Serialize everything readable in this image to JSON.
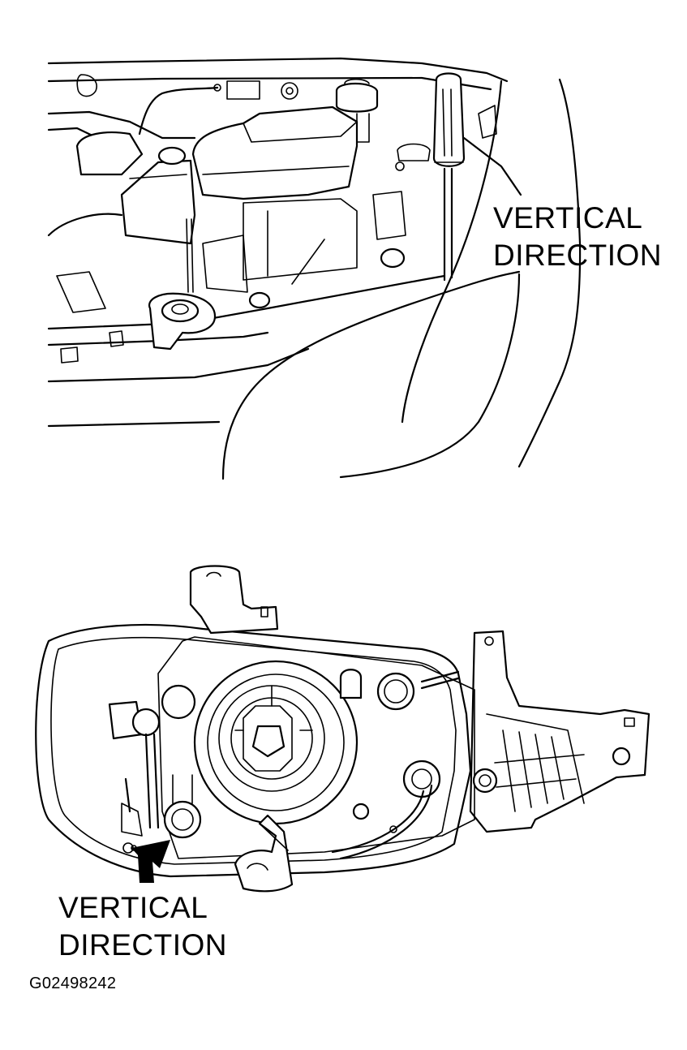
{
  "figure": {
    "top_view": {
      "callout": [
        "VERTICAL",
        "DIRECTION"
      ],
      "tool_icon": "screwdriver-icon"
    },
    "bottom_view": {
      "callout": [
        "VERTICAL",
        "DIRECTION"
      ],
      "pointer_icon": "arrow-pointer-icon"
    },
    "figure_code": "G02498242",
    "colors": {
      "line": "#000000",
      "background": "#ffffff"
    }
  }
}
